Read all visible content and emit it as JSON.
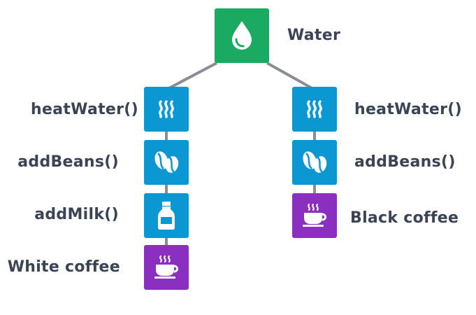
{
  "root": {
    "label": "Water",
    "icon": "water-drop-icon",
    "color": "#1aaa61"
  },
  "branches": [
    {
      "side": "left",
      "steps": [
        {
          "label": "heatWater()",
          "icon": "steam-icon",
          "color": "#0b97d2"
        },
        {
          "label": "addBeans()",
          "icon": "coffee-bean-icon",
          "color": "#0b97d2"
        },
        {
          "label": "addMilk()",
          "icon": "milk-bottle-icon",
          "color": "#0b97d2"
        },
        {
          "label": "White coffee",
          "icon": "coffee-cup-icon",
          "color": "#8a2fbf"
        }
      ]
    },
    {
      "side": "right",
      "steps": [
        {
          "label": "heatWater()",
          "icon": "steam-icon",
          "color": "#0b97d2"
        },
        {
          "label": "addBeans()",
          "icon": "coffee-bean-icon",
          "color": "#0b97d2"
        },
        {
          "label": "Black coffee",
          "icon": "coffee-cup-icon",
          "color": "#8a2fbf"
        }
      ]
    }
  ]
}
